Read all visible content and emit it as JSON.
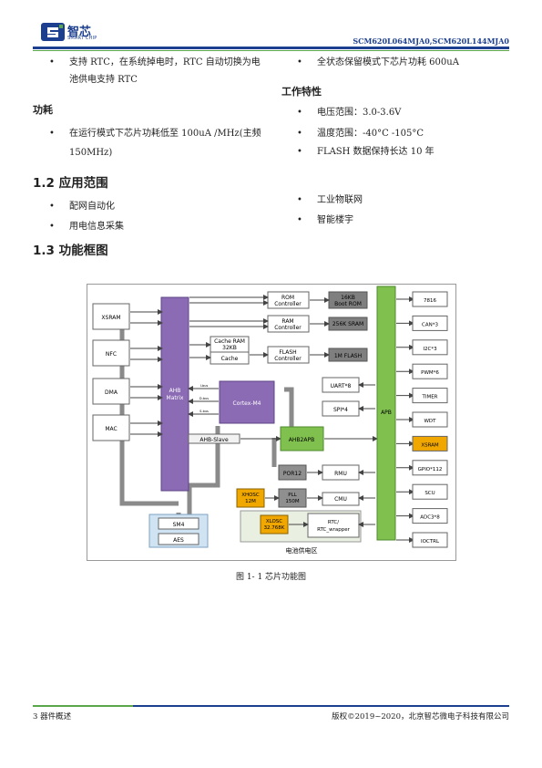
{
  "header": {
    "logo_cn": "智芯",
    "logo_en": "SMART CHIP",
    "doc_id": "SCM620L064MJA0,SCM620L144MJA0",
    "colors": {
      "blue": "#1d3f8f",
      "green": "#5aa64a"
    }
  },
  "left": {
    "bullet_rtc_1": "支持 RTC，在系统掉电时，RTC 自动切换为电",
    "bullet_rtc_2": "池供电支持 RTC",
    "power_title": "功耗",
    "power_1": "在运行模式下芯片功耗低至 100uA /MHz(主频",
    "power_2": "150MHz)"
  },
  "right": {
    "standby": "全状态保留模式下芯片功耗 600uA",
    "op_title": "工作特性",
    "voltage": "电压范围：3.0-3.6V",
    "temp": "温度范围：-40°C -105°C",
    "flash": "FLASH 数据保持长达 10 年"
  },
  "sec12": {
    "title": "1.2 应用范围",
    "left": [
      "配网自动化",
      "用电信息采集"
    ],
    "right": [
      "工业物联网",
      "智能楼宇"
    ]
  },
  "sec13": {
    "title": "1.3 功能框图"
  },
  "diagram": {
    "masters": [
      "XSRAM",
      "NFC",
      "DMA",
      "MAC"
    ],
    "ahb": "AHB Matrix",
    "rom": "ROM Controller",
    "boot_rom": "16KB Boot ROM",
    "ram": "RAM Controller",
    "sram": "256K SRAM",
    "cache_ram": "Cache RAM 32KB",
    "cache": "Cache",
    "flash_ctrl": "FLASH Controller",
    "flash_mem": "1M FLASH",
    "uart": "UART*8",
    "spi": "SPI*4",
    "cpu": "Cortex-M4",
    "bus_labels": [
      "I-bus",
      "D-bus",
      "S-bus"
    ],
    "ahb_slave": "AHB-Slave",
    "ahb2apb": "AHB2APB",
    "apb": "APB",
    "por": "POR12",
    "rmu": "RMU",
    "xhosc": "XHOSC 12M",
    "pll": "PLL 150M",
    "cmu": "CMU",
    "xlosc": "XLOSC 32.768K",
    "rtc": "RTC/ RTC_wrapper",
    "battery_domain": "电池供电区",
    "sm4": "SM4",
    "aes": "AES",
    "peripherals": [
      "7816",
      "CAN*3",
      "I2C*3",
      "PWM*6",
      "TIMER",
      "WDT",
      "XSRAM",
      "GPIO*112",
      "SCU",
      "ADC3*8",
      "IOCTRL"
    ]
  },
  "caption": "图 1- 1 芯片功能图",
  "footer": {
    "left": "3 器件概述",
    "right": "版权©2019~2020，北京智芯微电子科技有限公司"
  }
}
